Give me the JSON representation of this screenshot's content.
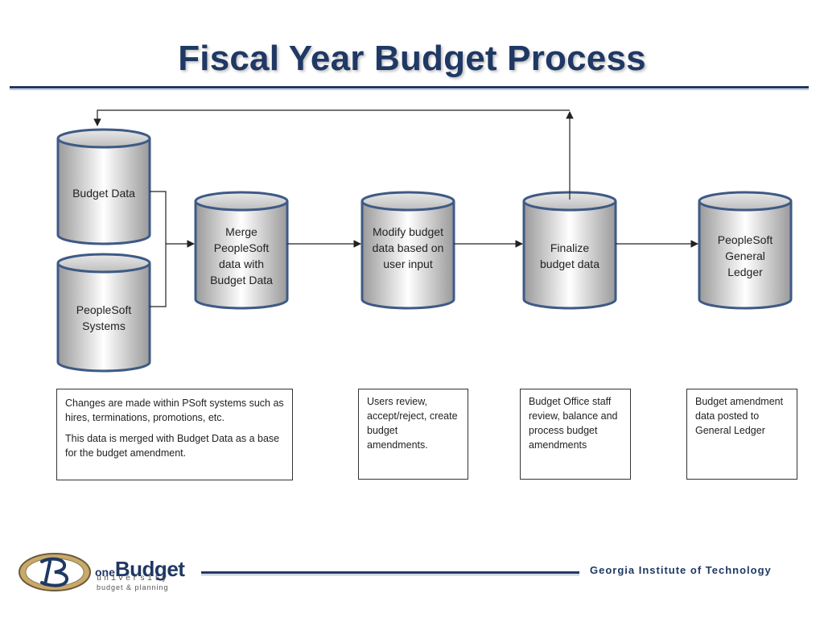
{
  "title": "Fiscal Year Budget Process",
  "nodes": {
    "budget_data": "Budget Data",
    "peoplesoft_systems": "PeopleSoft Systems",
    "merge": "Merge PeopleSoft data with Budget Data",
    "modify": "Modify budget data based on user input",
    "finalize": "Finalize budget data",
    "general_ledger": "PeopleSoft General Ledger"
  },
  "notes": {
    "changes_p1": "Changes are made within PSoft systems such as hires, terminations, promotions, etc.",
    "changes_p2": "This data is merged with Budget Data as a base for the budget amendment.",
    "users_review": "Users review, accept/reject, create budget amendments.",
    "budget_office": "Budget Office staff review, balance and process budget amendments",
    "posted": "Budget amendment data posted to General Ledger"
  },
  "footer": {
    "logo_one": "one",
    "logo_budget": "Budget",
    "logo_university": "university",
    "logo_tagline": "budget & planning",
    "organization": "Georgia Institute of Technology"
  },
  "colors": {
    "title": "#1f3864",
    "cylinder_stroke": "#3e5a85",
    "connector": "#222222"
  }
}
